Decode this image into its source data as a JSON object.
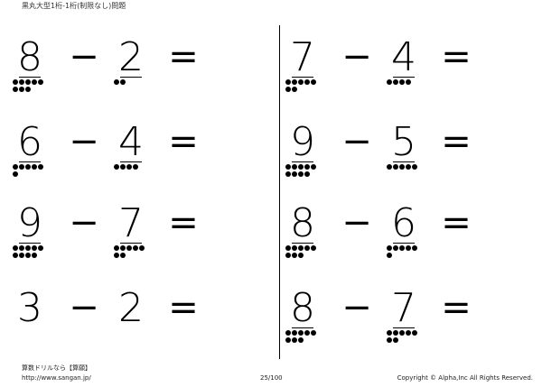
{
  "header": {
    "title": "黒丸大型1桁-1桁(制限なし)問題"
  },
  "operators": {
    "minus": "−",
    "equals": "="
  },
  "problems": [
    {
      "a": "8",
      "b": "2"
    },
    {
      "a": "6",
      "b": "4"
    },
    {
      "a": "9",
      "b": "7"
    },
    {
      "a": "3",
      "b": "2"
    },
    {
      "a": "7",
      "b": "4"
    },
    {
      "a": "9",
      "b": "5"
    },
    {
      "a": "8",
      "b": "6"
    },
    {
      "a": "8",
      "b": "7"
    }
  ],
  "footer": {
    "brand": "算数ドリルなら【算願】",
    "url": "http://www.sangan.jp/",
    "page": "25/100",
    "copyright": "Copyright © Alpha,Inc All Rights Reserved."
  }
}
